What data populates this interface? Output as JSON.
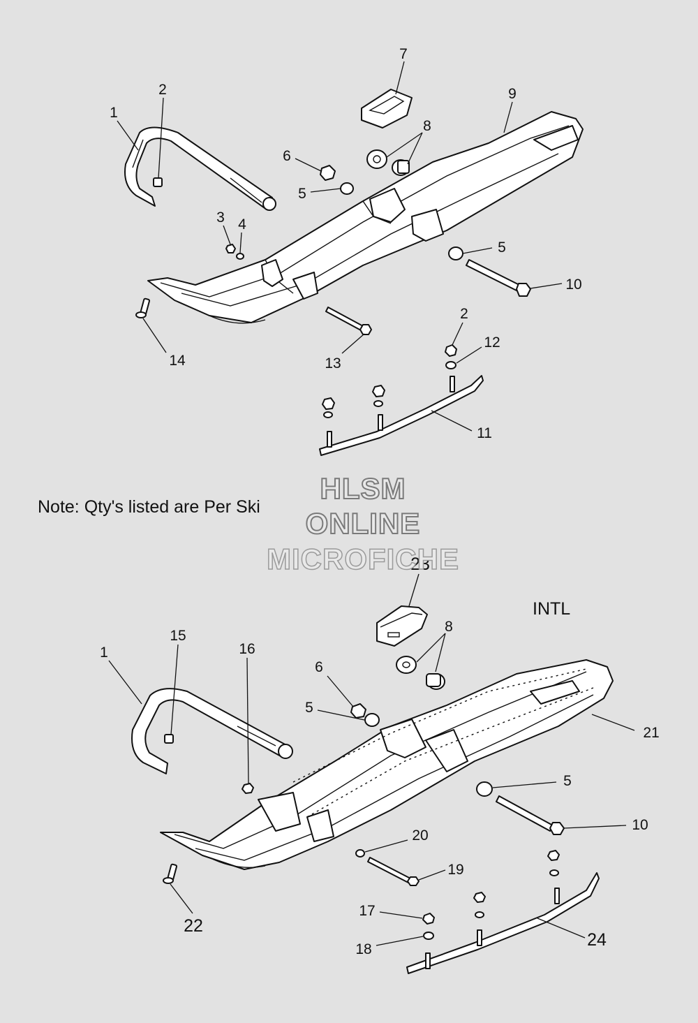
{
  "note": "Note: Qty's listed are Per Ski",
  "region_label": "INTL",
  "watermark": [
    "HLSM",
    "ONLINE",
    "MICROFICHE"
  ],
  "callouts": {
    "top": [
      "1",
      "2",
      "3",
      "4",
      "5",
      "6",
      "7",
      "8",
      "9",
      "5",
      "10",
      "2",
      "12",
      "14",
      "13",
      "11"
    ],
    "bottom": [
      "23",
      "1",
      "15",
      "16",
      "8",
      "6",
      "5",
      "21",
      "5",
      "10",
      "20",
      "19",
      "22",
      "17",
      "18",
      "24"
    ]
  }
}
